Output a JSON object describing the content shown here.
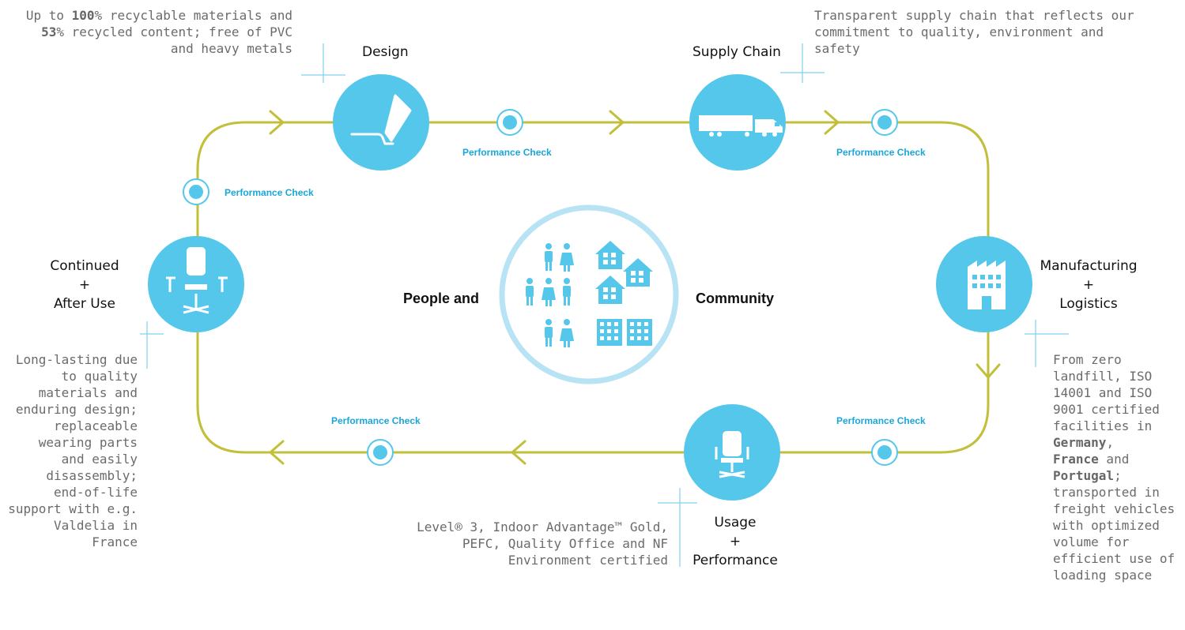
{
  "stages": {
    "design": "Design",
    "supply_chain": "Supply Chain",
    "manufacturing": [
      "Manufacturing",
      "+",
      "Logistics"
    ],
    "usage": [
      "Usage",
      "+",
      "Performance"
    ],
    "continued": [
      "Continued",
      "+",
      "After Use"
    ]
  },
  "performance_check": "Performance Check",
  "center": {
    "left_label": "People and",
    "right_label": "Community"
  },
  "notes": {
    "design": {
      "lines": [
        [
          "Up to ",
          {
            "b": "100"
          },
          "% recyclable materials and"
        ],
        [
          {
            "b": "53"
          },
          "% recycled content; free of PVC"
        ],
        [
          "and heavy metals"
        ]
      ]
    },
    "supply_chain": {
      "lines": [
        [
          "Transparent supply chain that reflects our"
        ],
        [
          "commitment to quality, environment and"
        ],
        [
          "safety"
        ]
      ]
    },
    "manufacturing": {
      "lines": [
        [
          "From zero"
        ],
        [
          "landfill, ISO"
        ],
        [
          "14001 and ISO"
        ],
        [
          "9001 certified"
        ],
        [
          "facilities in"
        ],
        [
          {
            "b": "Germany"
          },
          ","
        ],
        [
          {
            "b": "France"
          },
          " and"
        ],
        [
          {
            "b": "Portugal"
          },
          ";"
        ],
        [
          "transported in"
        ],
        [
          "freight vehicles"
        ],
        [
          "with optimized"
        ],
        [
          "volume for"
        ],
        [
          "efficient use of"
        ],
        [
          "loading space"
        ]
      ]
    },
    "usage": {
      "lines": [
        [
          "Level® 3, Indoor Advantage™ Gold,"
        ],
        [
          "PEFC, Quality Office and NF"
        ],
        [
          "Environment certified"
        ]
      ]
    },
    "continued": {
      "lines": [
        [
          "Long-lasting due"
        ],
        [
          "to quality"
        ],
        [
          "materials and"
        ],
        [
          "enduring design;"
        ],
        [
          "replaceable"
        ],
        [
          "wearing parts"
        ],
        [
          "and easily"
        ],
        [
          "disassembly;"
        ],
        [
          "end-of-life"
        ],
        [
          "support with e.g."
        ],
        [
          "Valdelia in"
        ],
        [
          "France"
        ]
      ]
    }
  },
  "colors": {
    "cycle_line": "#c2bf3b",
    "node_fill": "#55c7ea",
    "center_ring": "#b7e3f4",
    "check_stroke": "#55c7ea",
    "cross_line": "#7fd2ef",
    "note_text": "#6b6b6b"
  },
  "icons": {
    "design": "pencil-icon",
    "supply_chain": "truck-icon",
    "manufacturing": "factory-icon",
    "usage": "office-chair-icon",
    "continued": "chair-disassembly-icon",
    "center": "people-houses-icon"
  }
}
